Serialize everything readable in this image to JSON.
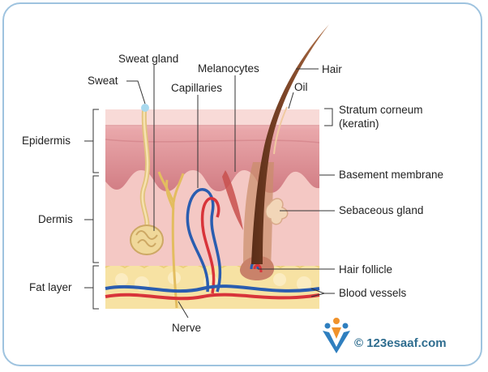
{
  "labels": {
    "sweat": "Sweat",
    "sweat_gland": "Sweat gland",
    "melanocytes": "Melanocytes",
    "capillaries": "Capillaries",
    "hair": "Hair",
    "oil": "Oil",
    "stratum_corneum": "Stratum corneum",
    "keratin": "(keratin)",
    "epidermis": "Epidermis",
    "basement_membrane": "Basement membrane",
    "dermis": "Dermis",
    "sebaceous_gland": "Sebaceous gland",
    "hair_follicle": "Hair follicle",
    "fat_layer": "Fat layer",
    "blood_vessels": "Blood vessels",
    "nerve": "Nerve"
  },
  "watermark": {
    "text": "© 123esaaf.com"
  },
  "colors": {
    "epidermis": "#d98a8f",
    "dermis": "#f4c8c4",
    "fat": "#f7e2a3",
    "artery": "#d8343a",
    "vein": "#2a5db0",
    "hair": "#7a4327",
    "nerve": "#e8c36a"
  }
}
